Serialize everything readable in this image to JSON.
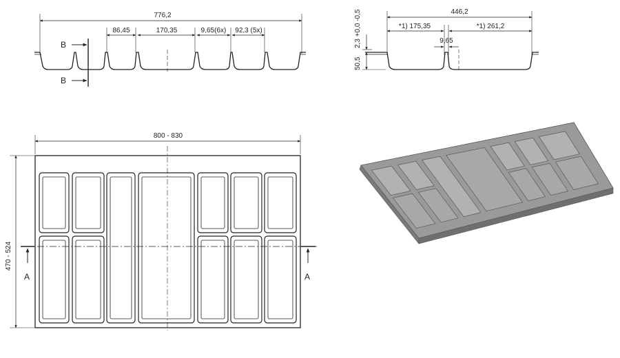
{
  "section_view": {
    "overall_width": "776,2",
    "dim_a": "86,45",
    "dim_b": "170,35",
    "dim_c": "9,65(6x)",
    "dim_d": "92,3 (5x)",
    "cut_label_top": "B",
    "cut_label_bottom": "B"
  },
  "side_view": {
    "overall_width": "446,2",
    "left_compartment": "*1) 175,35",
    "right_compartment": "*1) 261,2",
    "divider": "9,65",
    "height_tolerance": "2,3 +0,0 -0,5",
    "height": "50,5"
  },
  "plan_view": {
    "width_range": "800 - 830",
    "depth_range": "470 - 524",
    "cut_label_left": "A",
    "cut_label_right": "A"
  },
  "colors": {
    "line": "#222222",
    "tray_fill": "#8f8f8f",
    "tray_dark": "#6b6b6b",
    "tray_light": "#b4b4b4"
  }
}
